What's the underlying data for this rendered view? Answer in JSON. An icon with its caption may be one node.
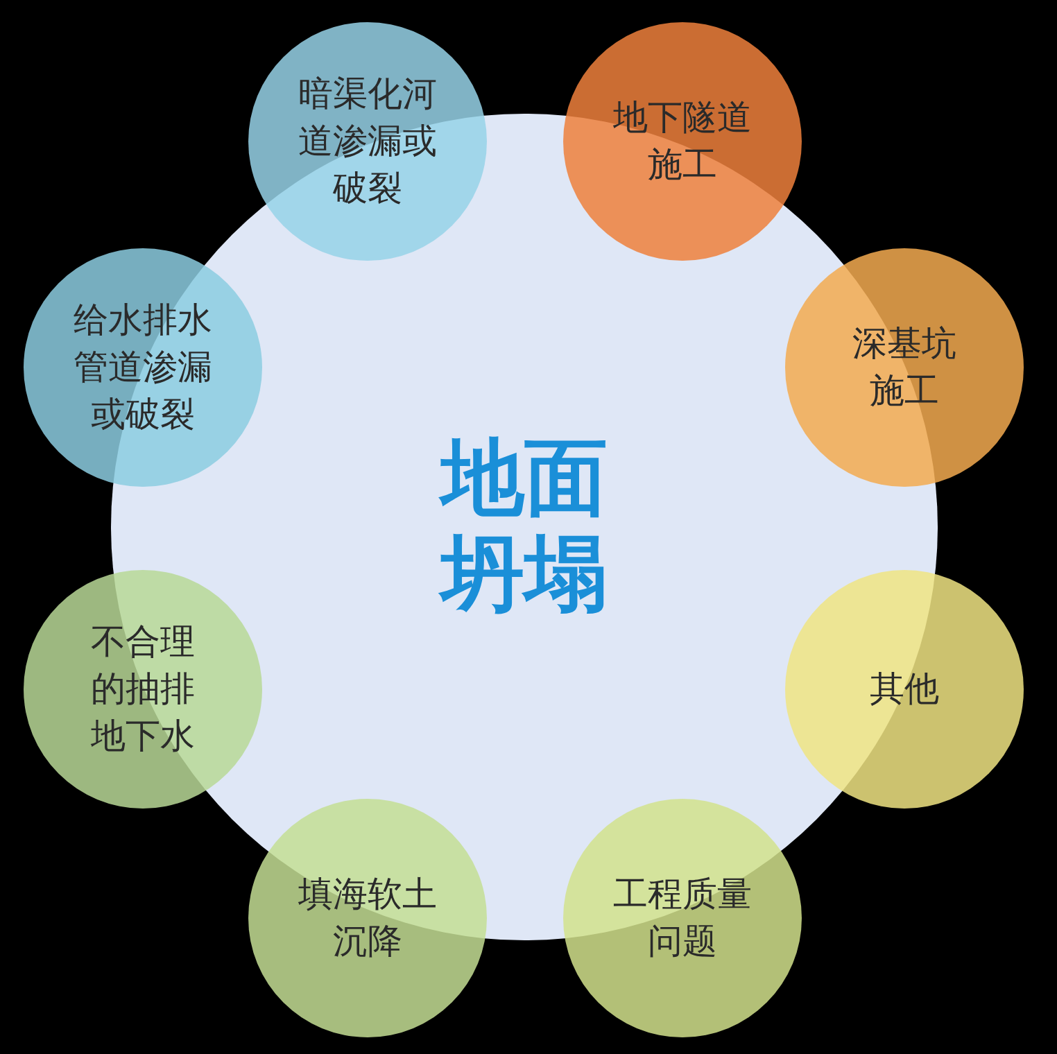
{
  "diagram": {
    "nodes": [
      {
        "text": [
          "地面坍塌"
        ]
      },
      {
        "text": [
          "暗渠化河道渗漏或破裂"
        ]
      },
      {
        "text": [
          "地下隧道施工"
        ]
      },
      {
        "text": [
          "深基坑施工"
        ]
      },
      {
        "text": [
          "其他"
        ]
      },
      {
        "text": [
          "工程质量问题"
        ]
      },
      {
        "text": [
          "填海软土沉降"
        ]
      },
      {
        "text": [
          "不合理的抽排地下水"
        ]
      },
      {
        "text": [
          "给水排水管道渗漏或破裂"
        ]
      }
    ]
  }
}
